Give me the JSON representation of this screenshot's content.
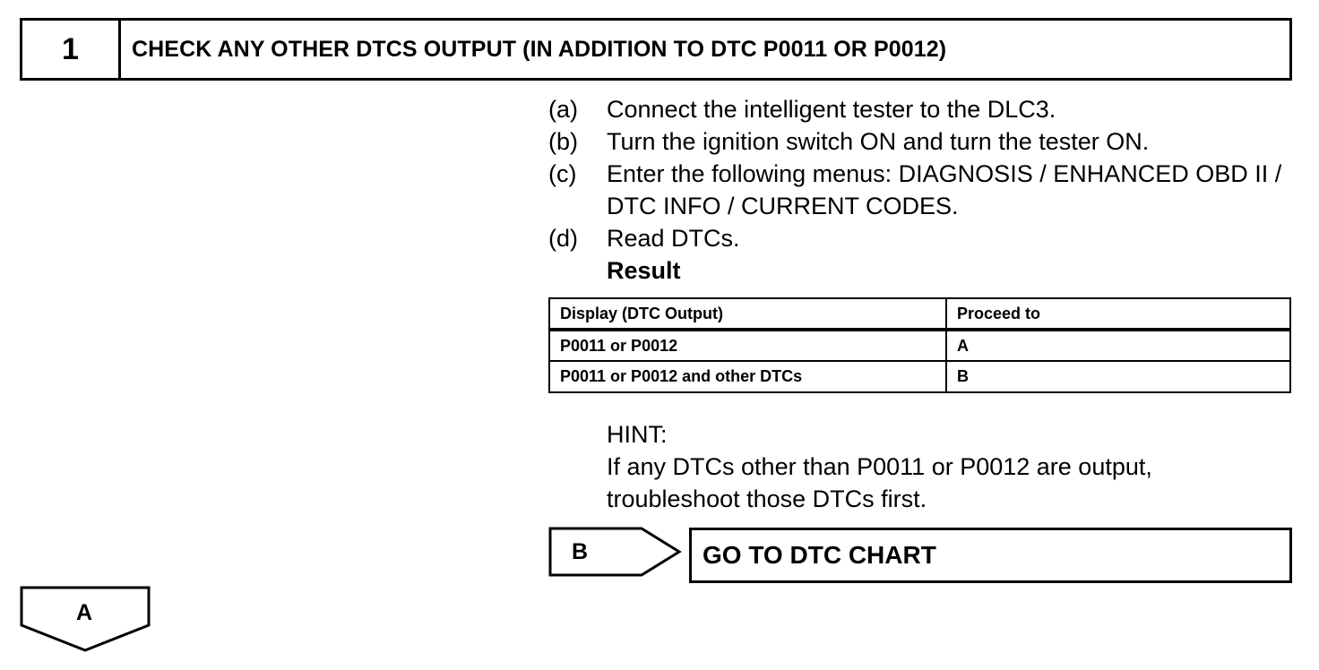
{
  "header": {
    "step_number": "1",
    "title": "CHECK ANY OTHER DTCS OUTPUT (IN ADDITION TO DTC P0011 OR P0012)"
  },
  "steps": [
    {
      "letter": "(a)",
      "text": "Connect the intelligent tester to the DLC3."
    },
    {
      "letter": "(b)",
      "text": "Turn the ignition switch ON and turn the tester ON."
    },
    {
      "letter": "(c)",
      "text": "Enter the following menus: DIAGNOSIS / ENHANCED OBD II / DTC INFO / CURRENT CODES."
    },
    {
      "letter": "(d)",
      "text": "Read DTCs."
    }
  ],
  "result": {
    "label": "Result",
    "headers": [
      "Display (DTC Output)",
      "Proceed to"
    ],
    "rows": [
      [
        "P0011 or P0012",
        "A"
      ],
      [
        "P0011 or P0012 and other DTCs",
        "B"
      ]
    ]
  },
  "hint": {
    "label": "HINT:",
    "text": "If any DTCs other than P0011 or P0012 are output, troubleshoot those DTCs first."
  },
  "branch_b": {
    "label": "B",
    "destination": "GO TO DTC CHART"
  },
  "branch_a": {
    "label": "A"
  }
}
